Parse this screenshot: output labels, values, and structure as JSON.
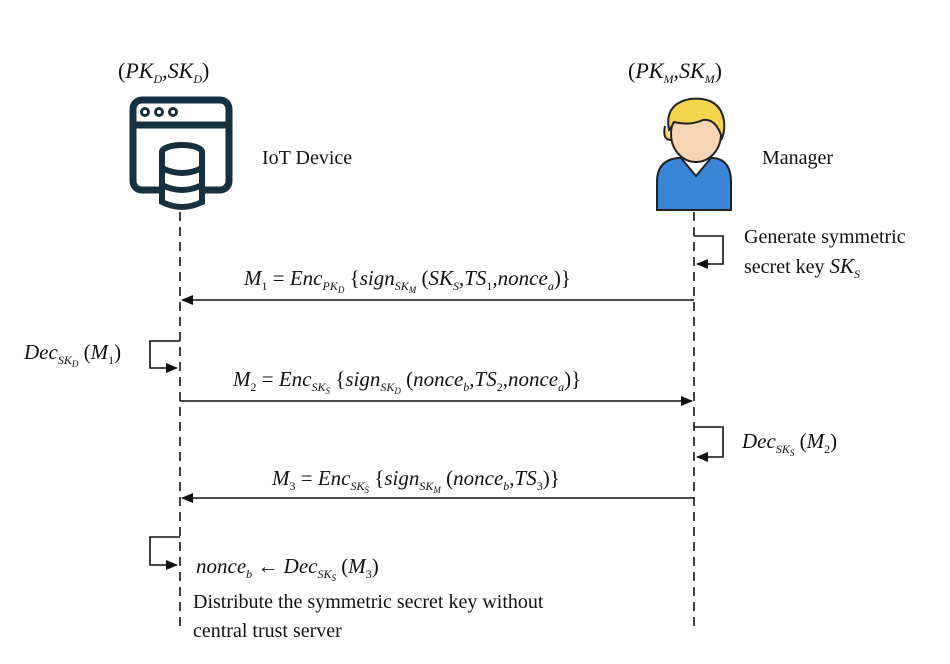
{
  "participants": {
    "device": {
      "name": "IoT Device",
      "keys": "(PK_D, SK_D)",
      "icon": "server-window-database-icon"
    },
    "manager": {
      "name": "Manager",
      "keys": "(PK_M, SK_M)",
      "icon": "manager-person-icon"
    }
  },
  "steps": {
    "generate_key": {
      "line1": "Generate symmetric",
      "line2": "secret key",
      "var": "SK_S"
    },
    "msg1": "M1 = Enc_PK_D {sign_SK_M(SK_S, TS1, nonce_a)}",
    "dec1": "Dec_SK_D(M1)",
    "msg2": "M2 = Enc_SK_S {sign_SK_D(nonce_b, TS2, nonce_a)}",
    "dec2": "Dec_SK_S(M2)",
    "msg3": "M3 = Enc_SK_S {sign_SK_M(nonce_b, TS3)}",
    "final_assign": "nonce_b ← Dec_SK_S(M3)",
    "final_line1": "Distribute the symmetric secret key without",
    "final_line2": "central trust server"
  },
  "colors": {
    "icon_dark": "#15303f",
    "hair": "#f4d44a",
    "shirt": "#3a86d6",
    "skin": "#f7d6b6"
  }
}
